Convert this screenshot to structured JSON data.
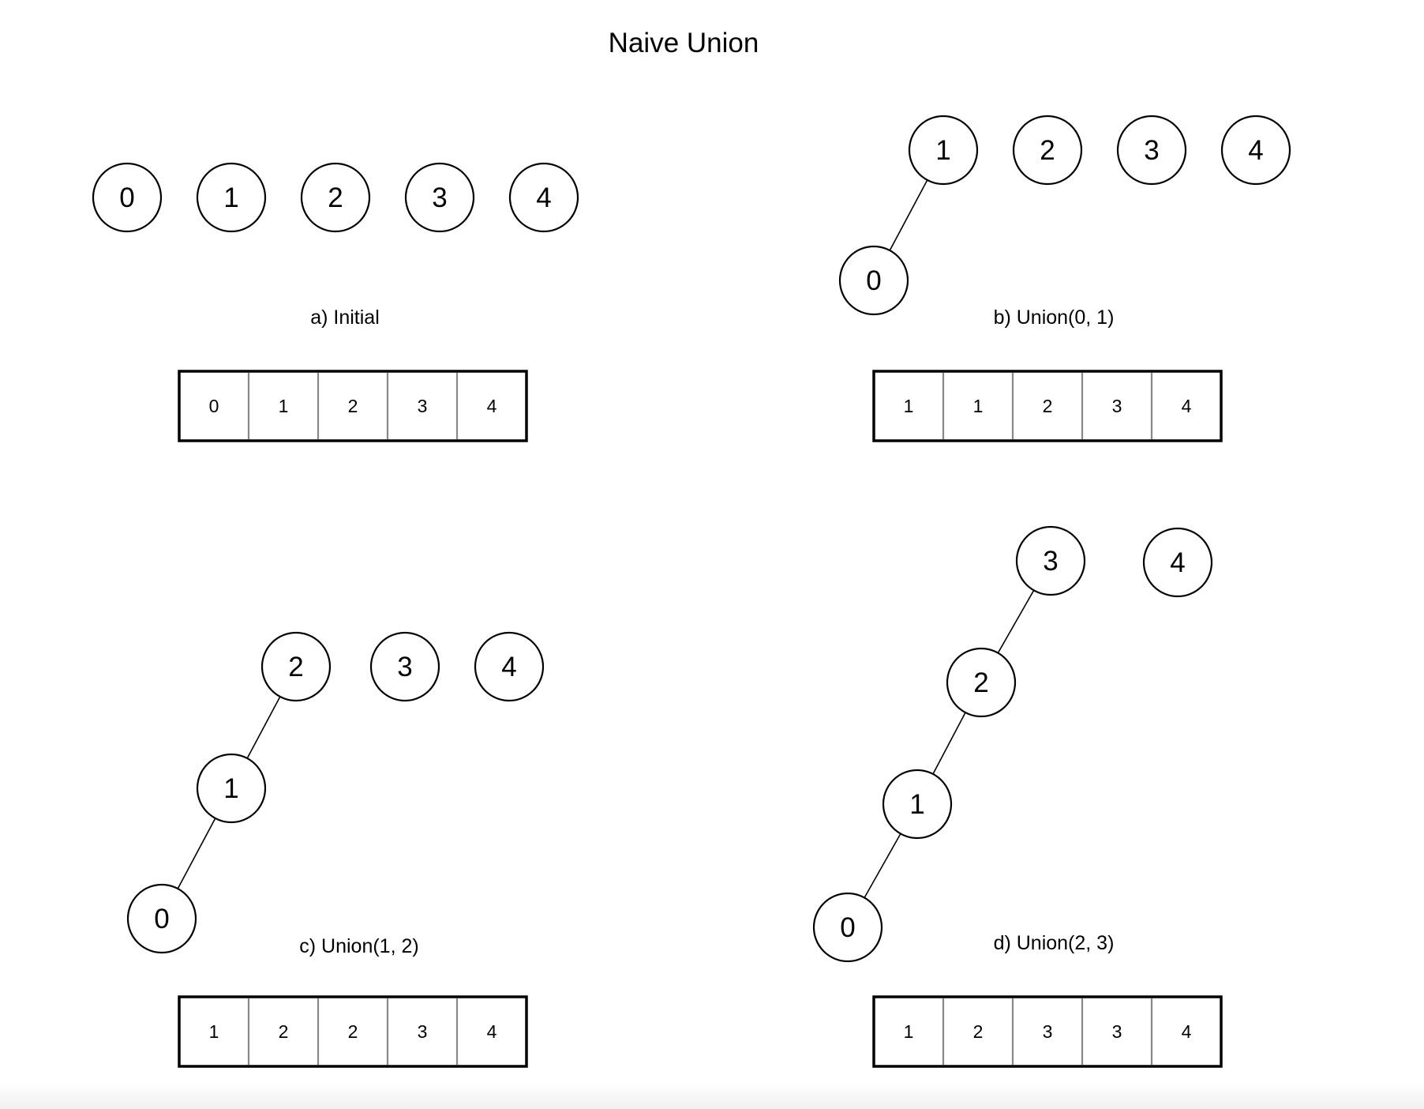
{
  "title": "Naive Union",
  "colors": {
    "stroke": "#000000",
    "cell_divider": "#888888",
    "background": "#ffffff"
  },
  "panels": [
    {
      "caption": "a) Initial",
      "array": [
        "0",
        "1",
        "2",
        "3",
        "4"
      ],
      "nodes": [
        {
          "id": "0",
          "label": "0"
        },
        {
          "id": "1",
          "label": "1"
        },
        {
          "id": "2",
          "label": "2"
        },
        {
          "id": "3",
          "label": "3"
        },
        {
          "id": "4",
          "label": "4"
        }
      ],
      "edges": []
    },
    {
      "caption": "b) Union(0, 1)",
      "array": [
        "1",
        "1",
        "2",
        "3",
        "4"
      ],
      "nodes": [
        {
          "id": "1",
          "label": "1"
        },
        {
          "id": "2",
          "label": "2"
        },
        {
          "id": "3",
          "label": "3"
        },
        {
          "id": "4",
          "label": "4"
        },
        {
          "id": "0",
          "label": "0"
        }
      ],
      "edges": [
        {
          "parent": "1",
          "child": "0"
        }
      ]
    },
    {
      "caption": "c) Union(1, 2)",
      "array": [
        "1",
        "2",
        "2",
        "3",
        "4"
      ],
      "nodes": [
        {
          "id": "2",
          "label": "2"
        },
        {
          "id": "3",
          "label": "3"
        },
        {
          "id": "4",
          "label": "4"
        },
        {
          "id": "1",
          "label": "1"
        },
        {
          "id": "0",
          "label": "0"
        }
      ],
      "edges": [
        {
          "parent": "2",
          "child": "1"
        },
        {
          "parent": "1",
          "child": "0"
        }
      ]
    },
    {
      "caption": "d) Union(2, 3)",
      "array": [
        "1",
        "2",
        "3",
        "3",
        "4"
      ],
      "nodes": [
        {
          "id": "3",
          "label": "3"
        },
        {
          "id": "4",
          "label": "4"
        },
        {
          "id": "2",
          "label": "2"
        },
        {
          "id": "1",
          "label": "1"
        },
        {
          "id": "0",
          "label": "0"
        }
      ],
      "edges": [
        {
          "parent": "3",
          "child": "2"
        },
        {
          "parent": "2",
          "child": "1"
        },
        {
          "parent": "1",
          "child": "0"
        }
      ]
    }
  ]
}
